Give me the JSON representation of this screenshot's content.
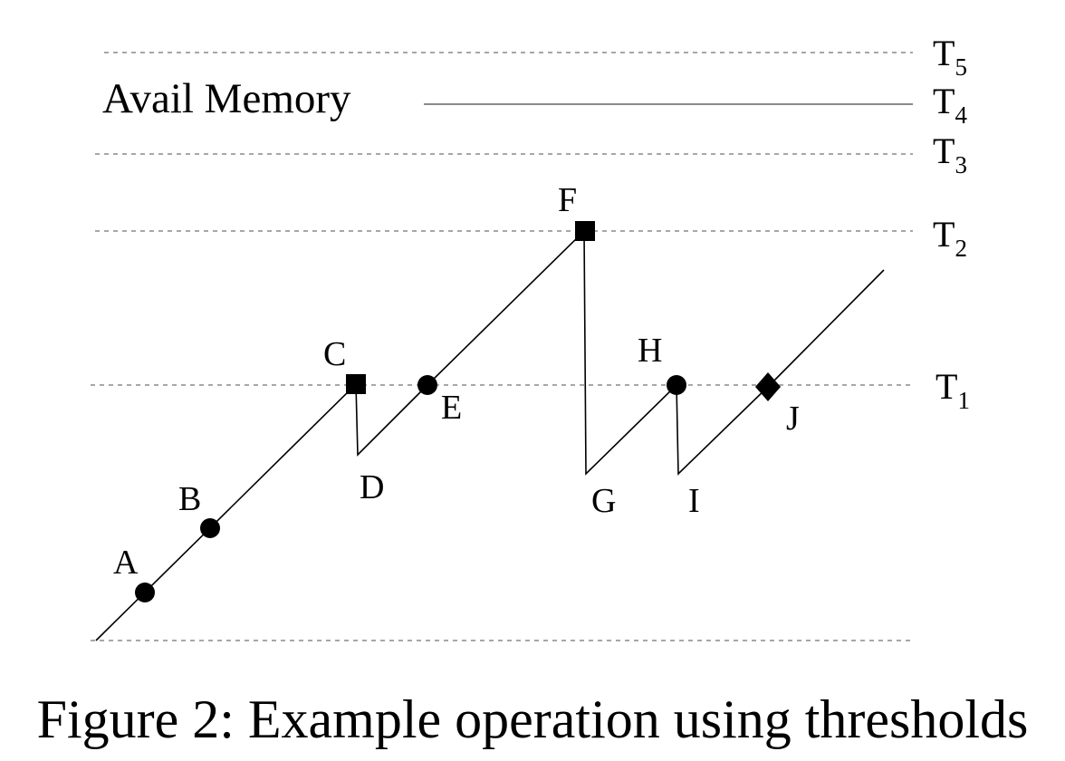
{
  "avail_label": "Avail Memory",
  "caption": "Figure 2: Example operation using thresholds",
  "thresholds": [
    {
      "letter": "T",
      "sub": "5"
    },
    {
      "letter": "T",
      "sub": "4"
    },
    {
      "letter": "T",
      "sub": "3"
    },
    {
      "letter": "T",
      "sub": "2"
    },
    {
      "letter": "T",
      "sub": "1"
    }
  ],
  "points": {
    "A": "A",
    "B": "B",
    "C": "C",
    "D": "D",
    "E": "E",
    "F": "F",
    "G": "G",
    "H": "H",
    "I": "I",
    "J": "J"
  }
}
